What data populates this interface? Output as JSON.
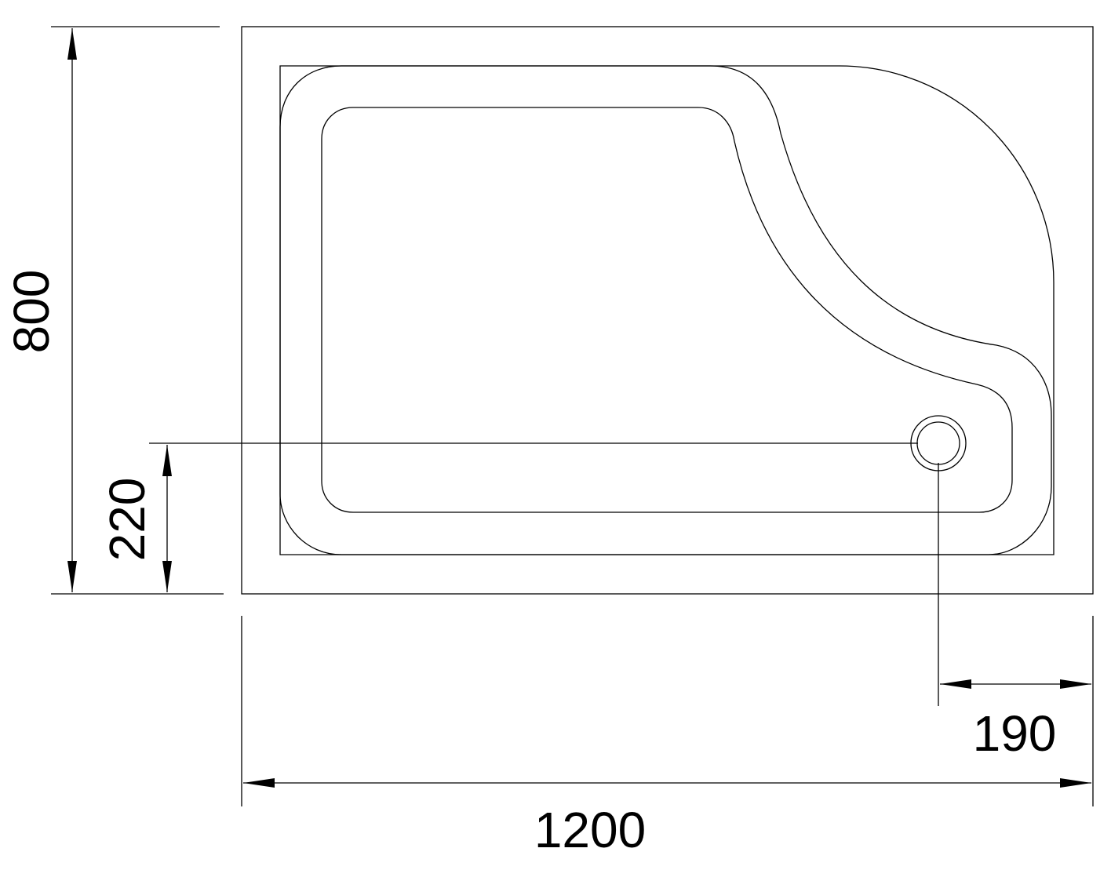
{
  "title": "Shower tray dimension drawing",
  "dimensions": {
    "width": "1200",
    "depth": "800",
    "drain_from_bottom": "220",
    "drain_from_right": "190"
  },
  "colors": {
    "line": "#000000",
    "background": "#ffffff"
  }
}
